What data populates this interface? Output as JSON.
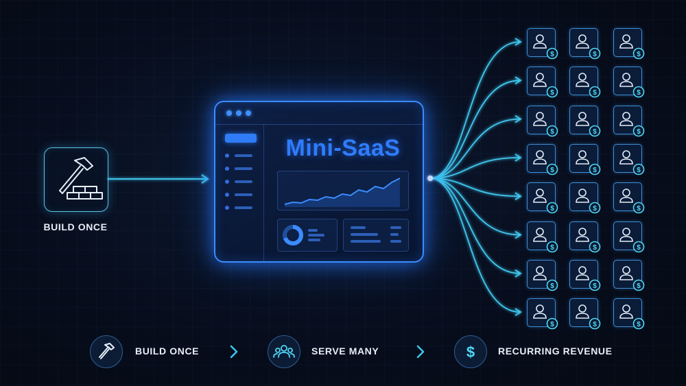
{
  "build": {
    "label": "BUILD ONCE",
    "icon": "hammer-bricks-icon"
  },
  "app": {
    "title": "Mini-SaaS",
    "chart_icon": "line-chart-icon",
    "card_icons": [
      "donut-chart-icon",
      "list-lines-icon"
    ]
  },
  "customers": {
    "columns": 3,
    "rows": 8,
    "icon": "user-dollar-icon",
    "badge_symbol": "$"
  },
  "steps": [
    {
      "label": "BUILD ONCE",
      "icon": "hammer-icon"
    },
    {
      "label": "SERVE MANY",
      "icon": "users-group-icon"
    },
    {
      "label": "RECURRING REVENUE",
      "icon": "dollar-icon"
    }
  ],
  "colors": {
    "accent_blue": "#2f7cff",
    "accent_cyan": "#4fd8f5",
    "background": "#070d1c",
    "text": "#e8eef8"
  }
}
